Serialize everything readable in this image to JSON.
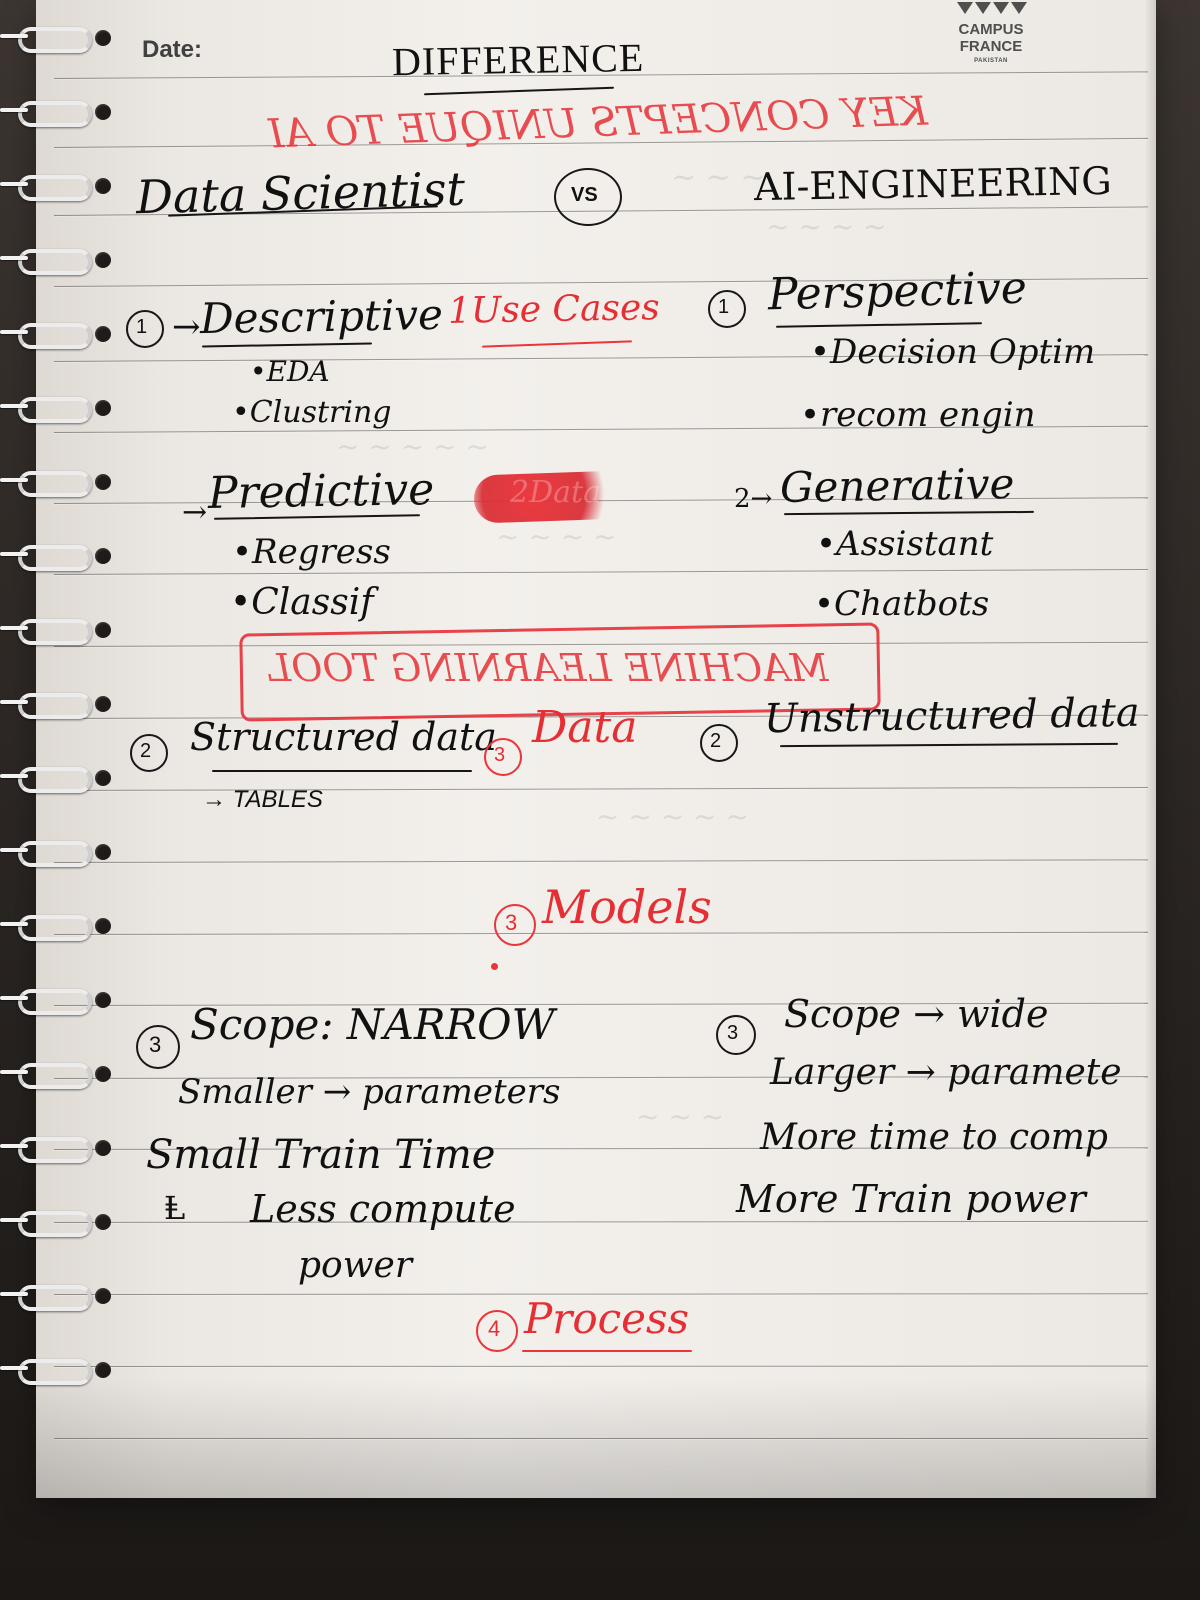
{
  "notebook": {
    "logo": {
      "line1": "CAMPUS",
      "line2": "FRANCE",
      "line3": "PAKISTAN"
    },
    "header": {
      "date_label": "Date:",
      "title": "DIFFERENCE",
      "mirrored_note": "KEY CONCEPTS UNIQUE TO AI"
    },
    "comparison": {
      "left_title": "Data Scientist",
      "vs": "VS",
      "right_title": "AI-ENGINEERING"
    },
    "section1": {
      "left_num": "1",
      "left_arrow": "→",
      "left_label": "Descriptive",
      "left_items": [
        "•EDA",
        "•Clustring"
      ],
      "left_predict_arrow": "→",
      "left_predict": "Predictive",
      "left_predict_items": [
        "•Regress",
        "•Classif"
      ],
      "center_label": "1Use Cases",
      "center_blob": "2Data",
      "right_num": "1",
      "right_label": "Perspective",
      "right_items": [
        "•Decision Optim",
        "•recom engin"
      ],
      "right_gen_prefix": "2→",
      "right_gen_label": "Generative",
      "right_gen_items": [
        "•Assistant",
        "•Chatbots"
      ]
    },
    "tool_box": {
      "text": "MACHINE LEARNING TOOL"
    },
    "section2": {
      "left_num": "2",
      "left_label": "Structured data",
      "left_sub": "→ TABLES",
      "center_num": "3",
      "center_label": "Data",
      "right_num": "2",
      "right_label": "Unstructured data"
    },
    "section3": {
      "center_num": "3",
      "center_label": "Models",
      "left_num": "3",
      "left_scope": "Scope: NARROW",
      "left_line2": "Smaller → parameters",
      "left_line3": "Small Train Time",
      "left_line4_prefix": "Ⱡ",
      "left_line4": "Less compute",
      "left_line5": "power",
      "right_num": "3",
      "right_scope": "Scope → wide",
      "right_line2": "Larger → paramete",
      "right_line3": "More time to comp",
      "right_line4": "More Train power"
    },
    "section4": {
      "num": "4",
      "label": "Process"
    }
  }
}
